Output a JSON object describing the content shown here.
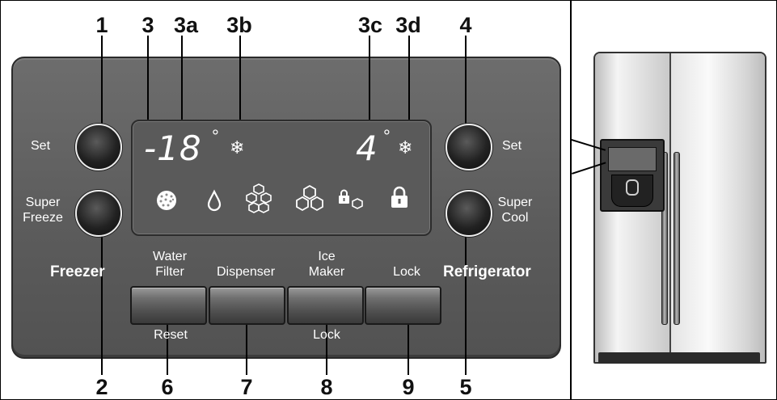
{
  "callouts": {
    "top": {
      "n1": "1",
      "n3": "3",
      "n3a": "3a",
      "n3b": "3b",
      "n3c": "3c",
      "n3d": "3d",
      "n4": "4"
    },
    "bottom": {
      "n2": "2",
      "n6": "6",
      "n7": "7",
      "n8": "8",
      "n9": "9",
      "n5": "5"
    }
  },
  "panel": {
    "left": {
      "set": "Set",
      "super_line1": "Super",
      "super_line2": "Freeze",
      "section": "Freezer"
    },
    "right": {
      "set": "Set",
      "super_line1": "Super",
      "super_line2": "Cool",
      "section": "Refrigerator"
    },
    "display": {
      "freezer_temp": "-18",
      "freezer_deg": "°",
      "freezer_icon": "❄",
      "fridge_temp": "4",
      "fridge_deg": "°",
      "fridge_icon": "❄",
      "icons": [
        "water-filter-icon",
        "water-drop-icon",
        "ice-cubes-icon",
        "ice-maker-icon",
        "small-lock-icon",
        "lock-icon"
      ]
    },
    "buttons": {
      "water_filter_line1": "Water",
      "water_filter_line2": "Filter",
      "water_filter_sub": "Reset",
      "dispenser": "Dispenser",
      "ice_maker_line1": "Ice",
      "ice_maker_line2": "Maker",
      "ice_maker_sub": "Lock",
      "lock": "Lock"
    }
  }
}
